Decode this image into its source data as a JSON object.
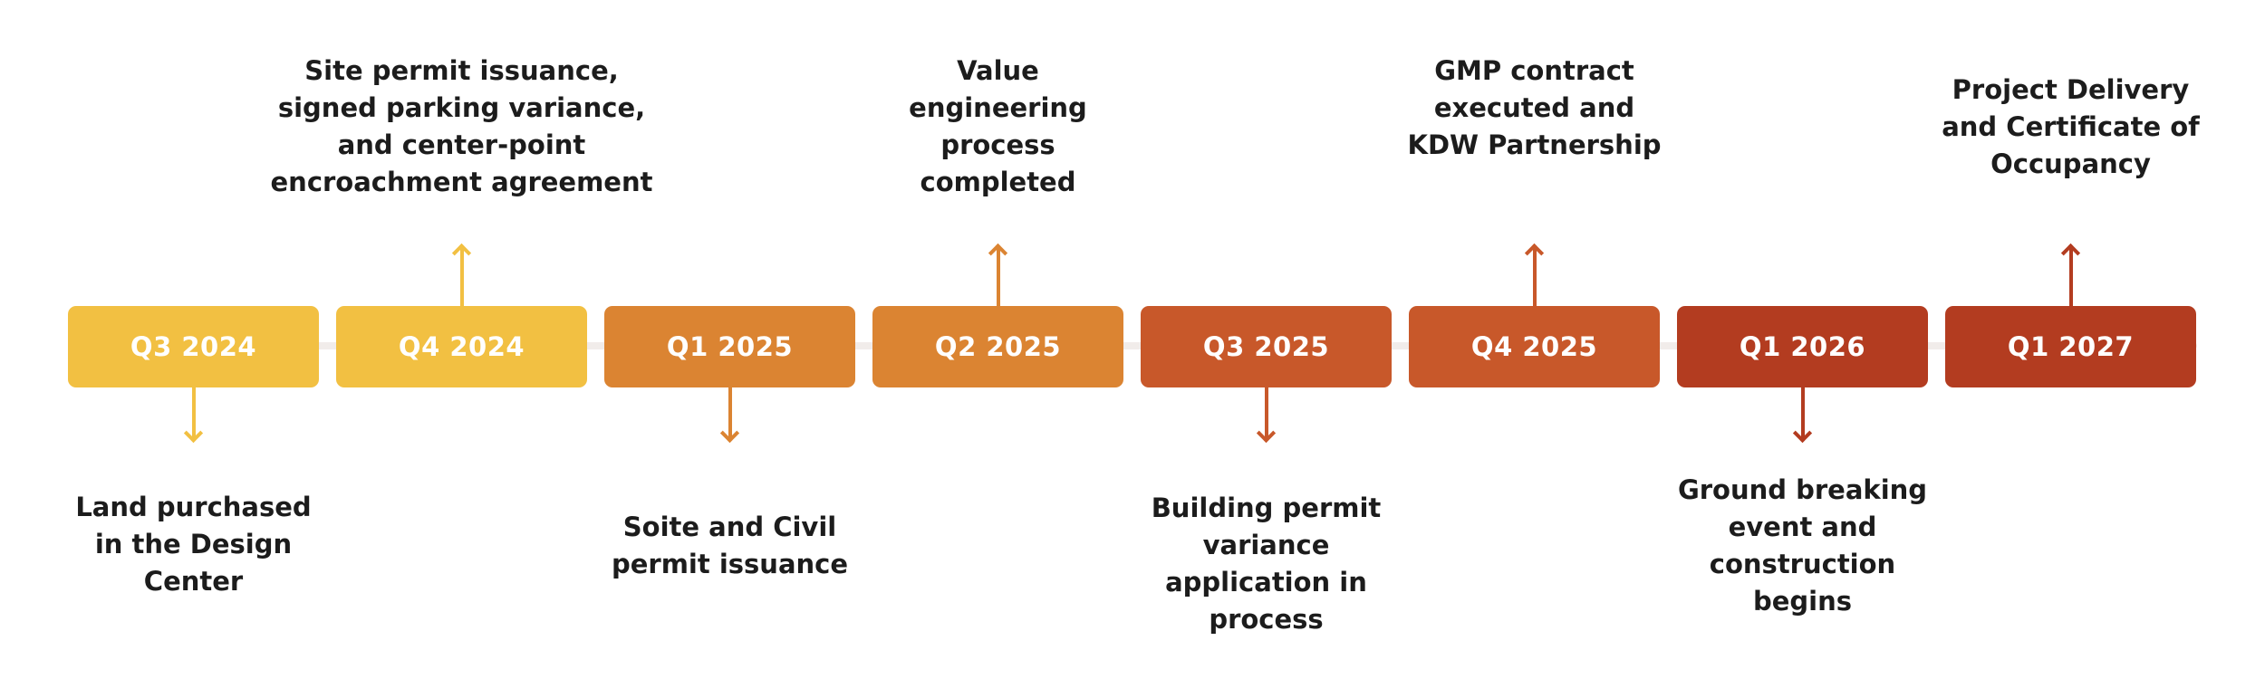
{
  "milestones": [
    {
      "label": "Q3 2024",
      "color": "#f2c042",
      "event": "Land purchased in the Design Center",
      "lines": [
        "Land purchased",
        "in the Design",
        "Center"
      ],
      "position": "below"
    },
    {
      "label": "Q4 2024",
      "color": "#f2c042",
      "event": "Site permit issuance, signed parking variance, and center-point encroachment agreement",
      "lines": [
        "Site permit issuance,",
        "signed parking variance,",
        "and center-point",
        "encroachment agreement"
      ],
      "position": "above"
    },
    {
      "label": "Q1 2025",
      "color": "#db8432",
      "event": "Soite and Civil permit issuance",
      "lines": [
        "Soite and Civil",
        "permit issuance"
      ],
      "position": "below"
    },
    {
      "label": "Q2 2025",
      "color": "#db8432",
      "event": "Value engineering process completed",
      "lines": [
        "Value",
        "engineering",
        "process",
        "completed"
      ],
      "position": "above"
    },
    {
      "label": "Q3 2025",
      "color": "#c8582a",
      "event": "Building permit variance application in process",
      "lines": [
        "Building permit",
        "variance",
        "application in",
        "process"
      ],
      "position": "below"
    },
    {
      "label": "Q4 2025",
      "color": "#c8582a",
      "event": "GMP contract executed and KDW Partnership",
      "lines": [
        "GMP contract",
        "executed and",
        "KDW Partnership"
      ],
      "position": "above"
    },
    {
      "label": "Q1 2026",
      "color": "#b33c20",
      "event": "Ground breaking event and construction begins",
      "lines": [
        "Ground breaking",
        "event and",
        "construction",
        "begins"
      ],
      "position": "below"
    },
    {
      "label": "Q1 2027",
      "color": "#b33c20",
      "event": "Project Delivery and Certificate of Occupancy",
      "lines": [
        "Project Delivery",
        "and Certificate of",
        "Occupancy"
      ],
      "position": "above"
    }
  ]
}
